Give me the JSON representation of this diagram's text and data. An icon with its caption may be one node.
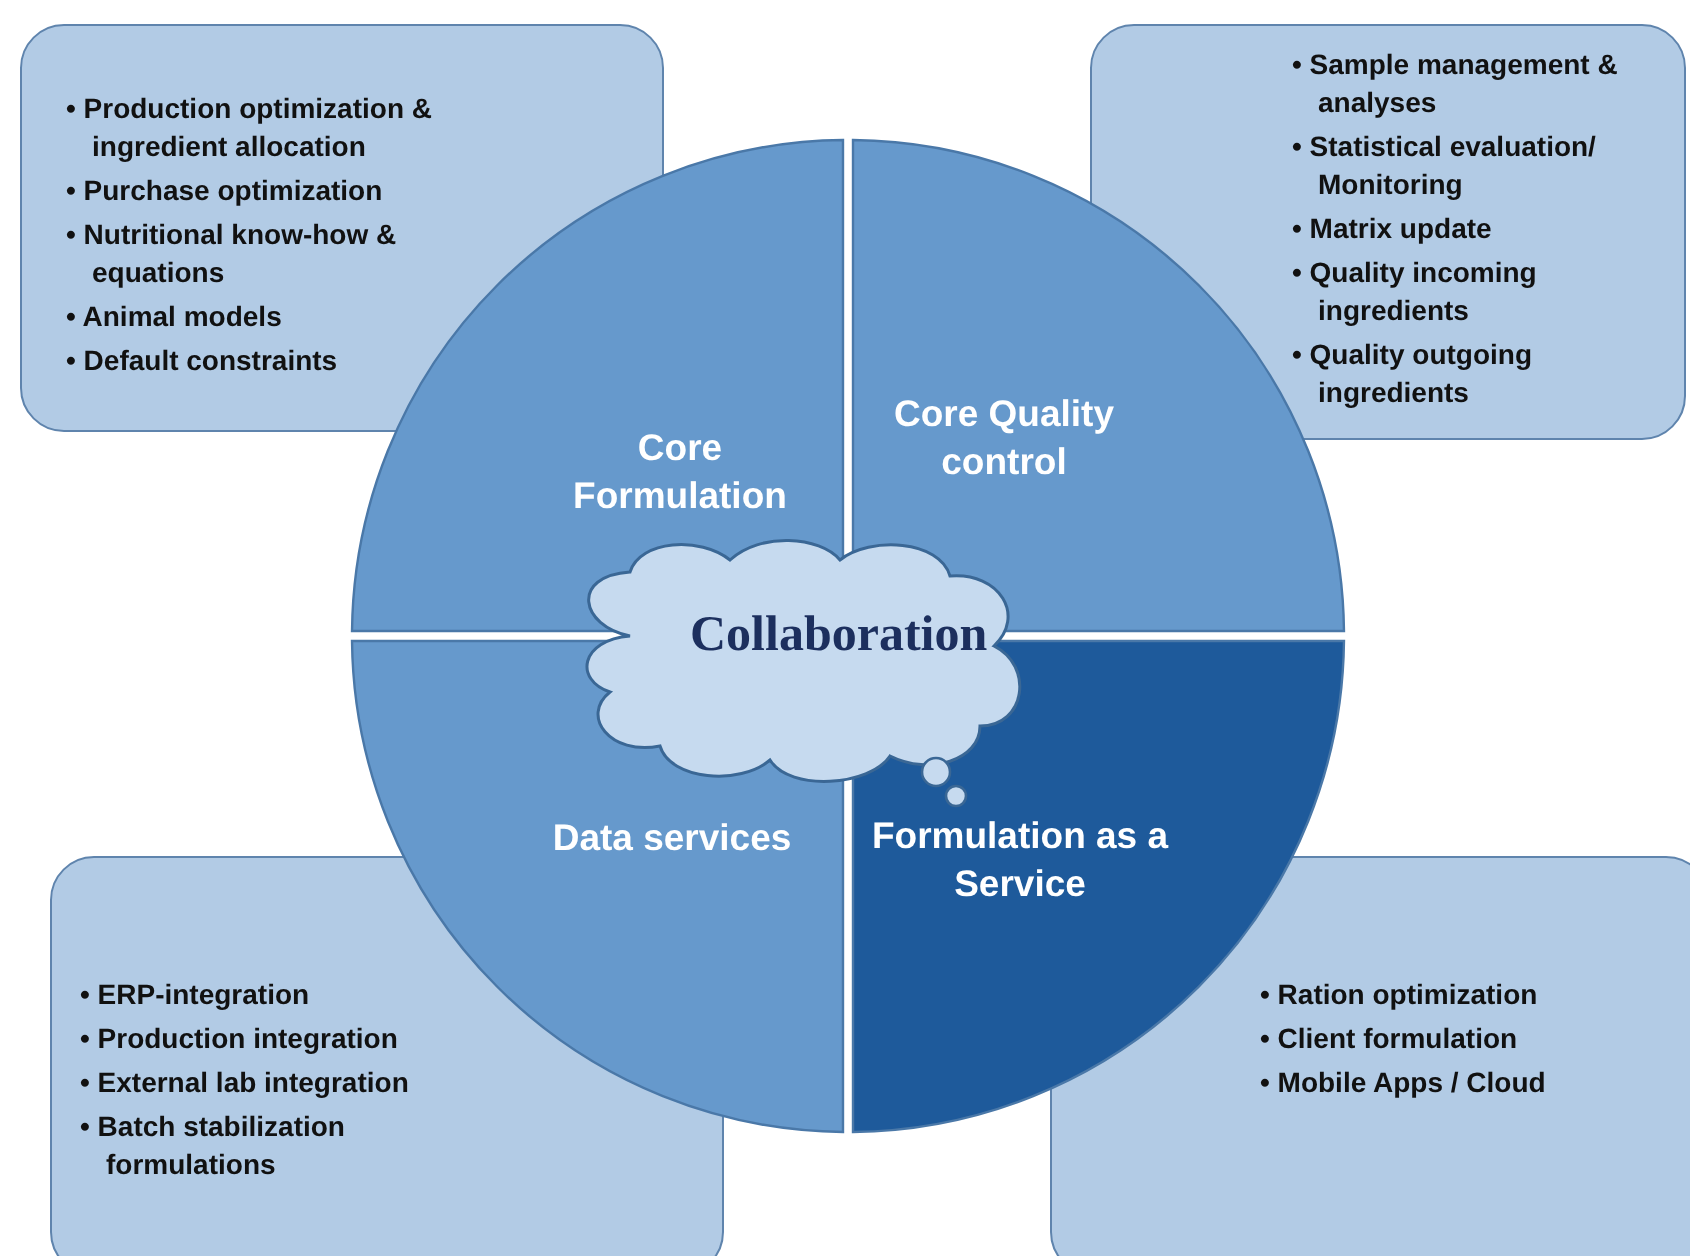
{
  "diagram": {
    "nodes": [
      {
        "text": [
          "• Production optimization & ingredient allocation",
          "• Purchase optimization",
          "• Nutritional know-how & equations",
          "• Animal models",
          "• Default constraints"
        ]
      },
      {
        "text": [
          "• Sample management & analyses",
          "• Statistical evaluation/ Monitoring",
          "• Matrix update",
          "• Quality incoming ingredients",
          "• Quality outgoing ingredients"
        ]
      },
      {
        "text": [
          "Core Formulation"
        ]
      },
      {
        "text": [
          "Core Quality control"
        ]
      },
      {
        "text": [
          "Collaboration"
        ]
      },
      {
        "text": [
          "Data services"
        ]
      },
      {
        "text": [
          "Formulation as a Service"
        ]
      },
      {
        "text": [
          "• ERP-integration",
          "• Production integration",
          "• External lab integration",
          "• Batch stabilization formulations"
        ]
      },
      {
        "text": [
          "• Ration optimization",
          "• Client formulation",
          "• Mobile Apps / Cloud"
        ]
      }
    ],
    "edges": []
  }
}
